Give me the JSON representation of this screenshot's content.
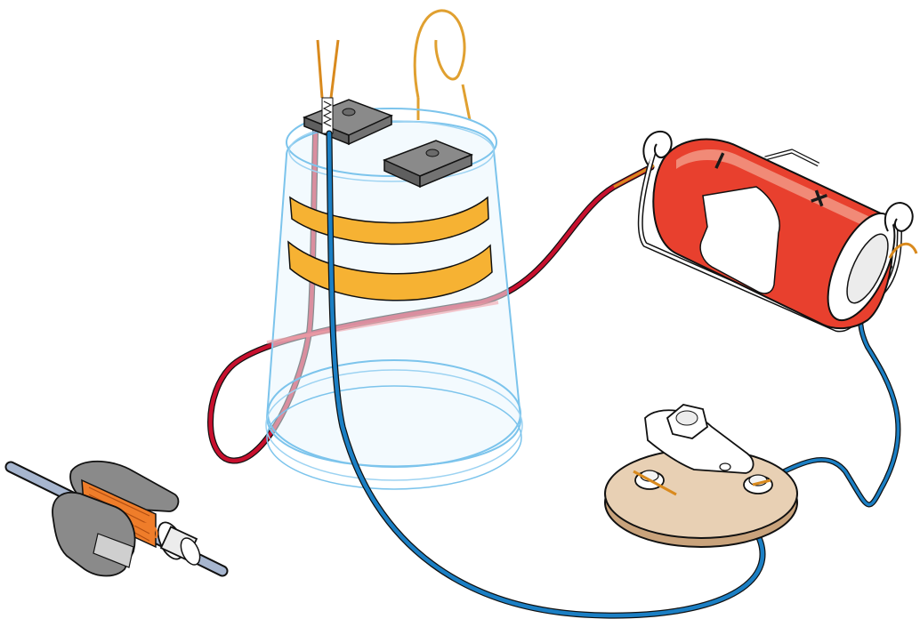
{
  "battery": {
    "minus_symbol": "−",
    "plus_symbol": "+",
    "body_color": "#e8402e"
  },
  "colors": {
    "red_wire": "#c8102e",
    "blue_wire": "#1b7fc4",
    "copper_wire": "#d98a1e",
    "tape": "#f6b233",
    "coil": "#ef7d2a",
    "magnet": "#8a8a8a",
    "base_board": "#e8d0b4",
    "cup_outline": "#7cc4ec"
  },
  "icons": {
    "cup": "plastic-cup",
    "magnets": "magnet-blocks",
    "battery": "d-cell-battery-in-holder",
    "switch": "tack-switch-on-board",
    "rotor": "motor-armature"
  }
}
